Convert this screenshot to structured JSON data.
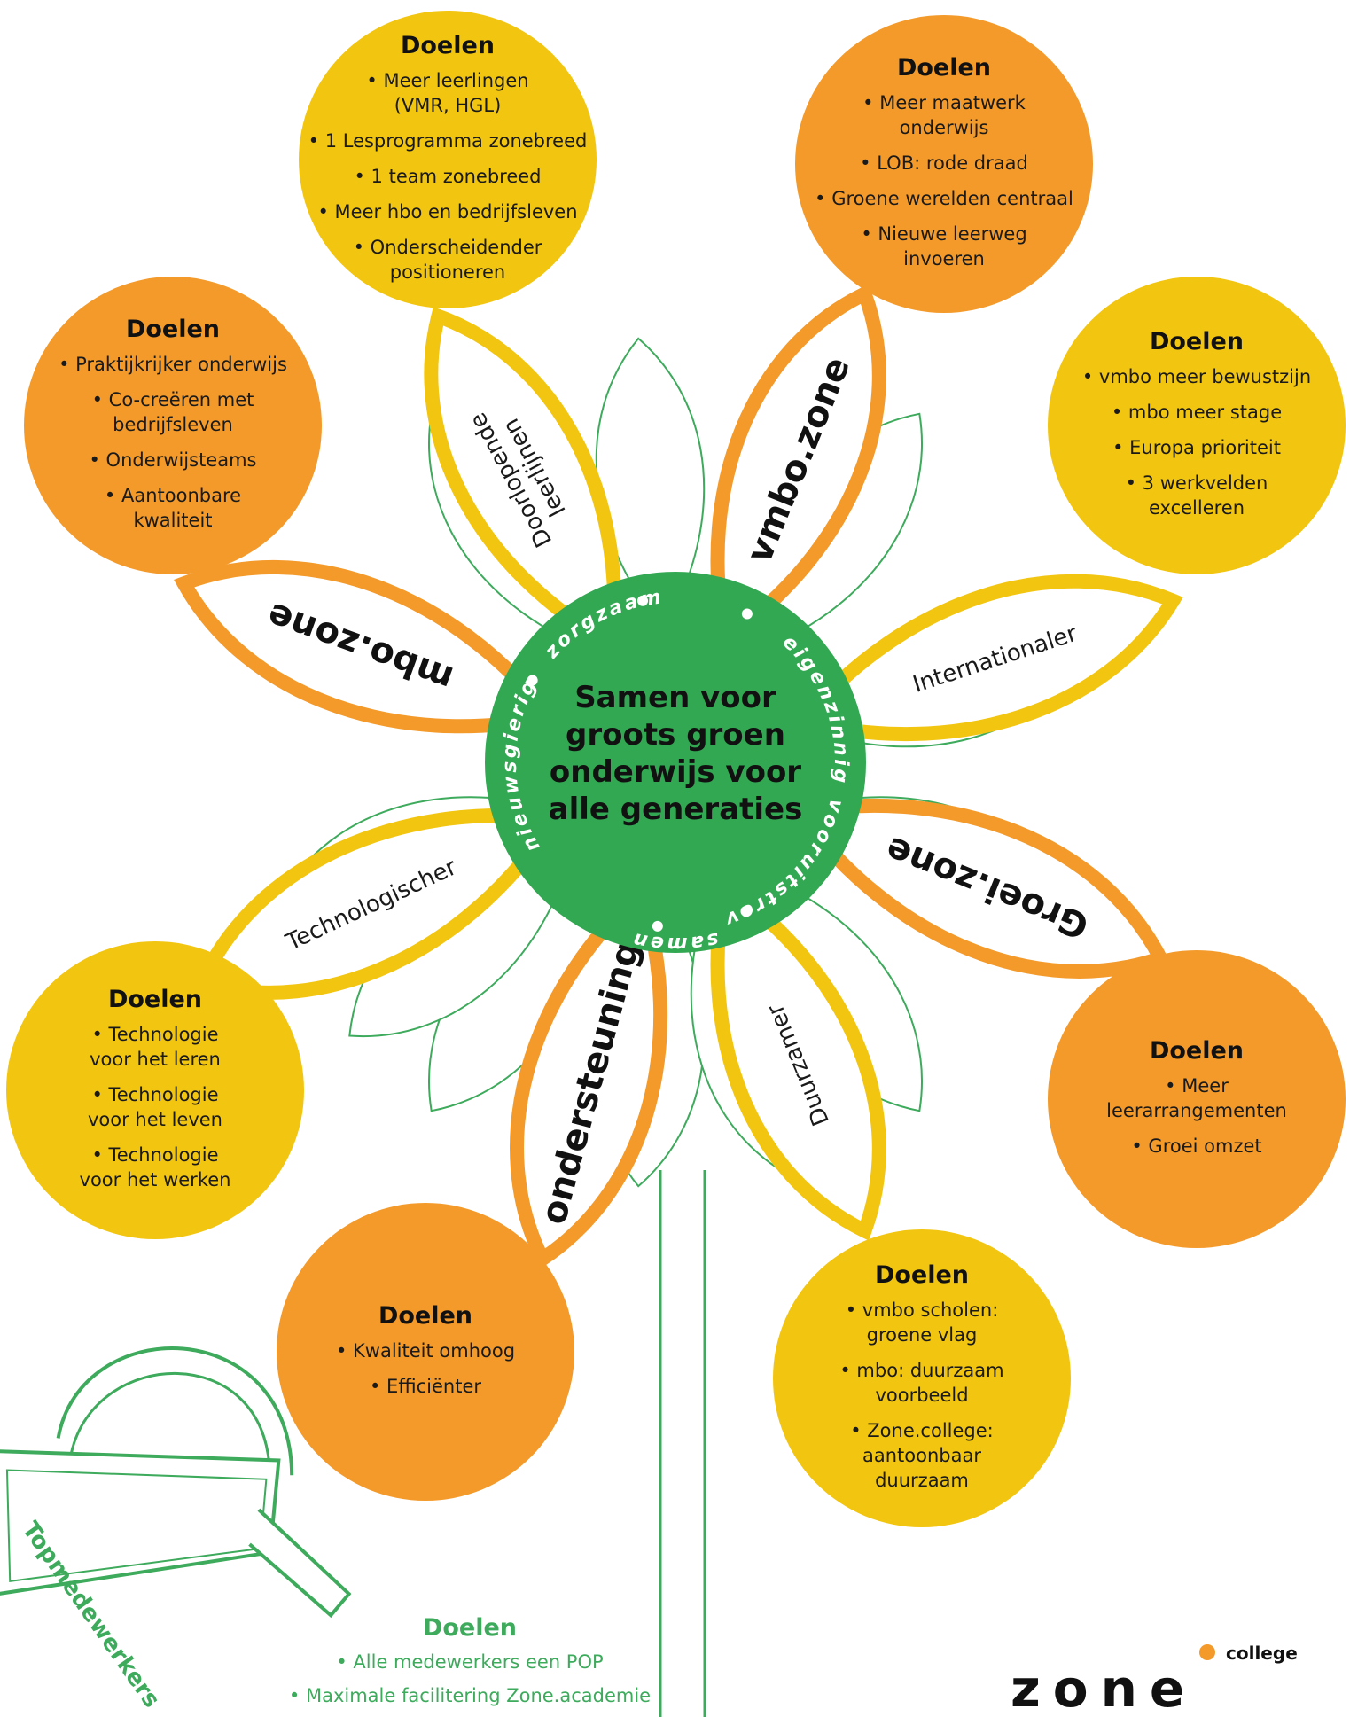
{
  "colors": {
    "yellow": "#f2c511",
    "orange": "#f39a2b",
    "green": "#33a853",
    "stem_green": "#3daa5c",
    "white": "#ffffff"
  },
  "center": {
    "lines": [
      "Samen voor",
      "groots groen",
      "onderwijs voor",
      "alle generaties"
    ],
    "values": [
      "zorgzaam",
      "eigenzinnig",
      "vooruitstrevend",
      "samen",
      "nieuwsgierig"
    ]
  },
  "petals": [
    {
      "label_lines": [
        "Doorlopende",
        "leerlijnen"
      ]
    },
    {
      "label": "vmbo.zone"
    },
    {
      "label": "Internationaler"
    },
    {
      "label": "Groei.zone"
    },
    {
      "label": "Duurzamer"
    },
    {
      "label": "ondersteuning"
    },
    {
      "label": "Technologischer"
    },
    {
      "label": "mbo.zone"
    }
  ],
  "goals": [
    {
      "title": "Doelen",
      "items": [
        [
          "• Meer leerlingen",
          "(VMR, HGL)"
        ],
        [
          "• 1 Lesprogramma zonebreed"
        ],
        [
          "• 1 team zonebreed"
        ],
        [
          "• Meer hbo en bedrijfsleven"
        ],
        [
          "• Onderscheidender",
          "positioneren"
        ]
      ]
    },
    {
      "title": "Doelen",
      "items": [
        [
          "• Meer maatwerk",
          "onderwijs"
        ],
        [
          "• LOB: rode draad"
        ],
        [
          "• Groene werelden centraal"
        ],
        [
          "• Nieuwe leerweg",
          "invoeren"
        ]
      ]
    },
    {
      "title": "Doelen",
      "items": [
        [
          "• vmbo meer bewustzijn"
        ],
        [
          "• mbo meer stage"
        ],
        [
          "• Europa prioriteit"
        ],
        [
          "• 3 werkvelden",
          "excelleren"
        ]
      ]
    },
    {
      "title": "Doelen",
      "items": [
        [
          "• Meer",
          "leerarrangementen"
        ],
        [
          "• Groei omzet"
        ]
      ]
    },
    {
      "title": "Doelen",
      "items": [
        [
          "• vmbo scholen:",
          "groene vlag"
        ],
        [
          "• mbo: duurzaam",
          "voorbeeld"
        ],
        [
          "• Zone.college:",
          "aantoonbaar",
          "duurzaam"
        ]
      ]
    },
    {
      "title": "Doelen",
      "items": [
        [
          "• Kwaliteit omhoog"
        ],
        [
          "• Efficiënter"
        ]
      ]
    },
    {
      "title": "Doelen",
      "items": [
        [
          "• Technologie",
          "voor het leren"
        ],
        [
          "• Technologie",
          "voor het leven"
        ],
        [
          "• Technologie",
          "voor het werken"
        ]
      ]
    },
    {
      "title": "Doelen",
      "items": [
        [
          "• Praktijkrijker onderwijs"
        ],
        [
          "• Co-creëren met",
          "bedrijfsleven"
        ],
        [
          "• Onderwijsteams"
        ],
        [
          "• Aantoonbare",
          "kwaliteit"
        ]
      ]
    }
  ],
  "watering_can": {
    "label": "Topmedewerkers",
    "goals_title": "Doelen",
    "goals_items": [
      "• Alle medewerkers een POP",
      "• Maximale facilitering Zone.academie"
    ]
  },
  "logo": {
    "word": "zone",
    "sub": "college",
    "dot_color": "#f39a2b"
  }
}
